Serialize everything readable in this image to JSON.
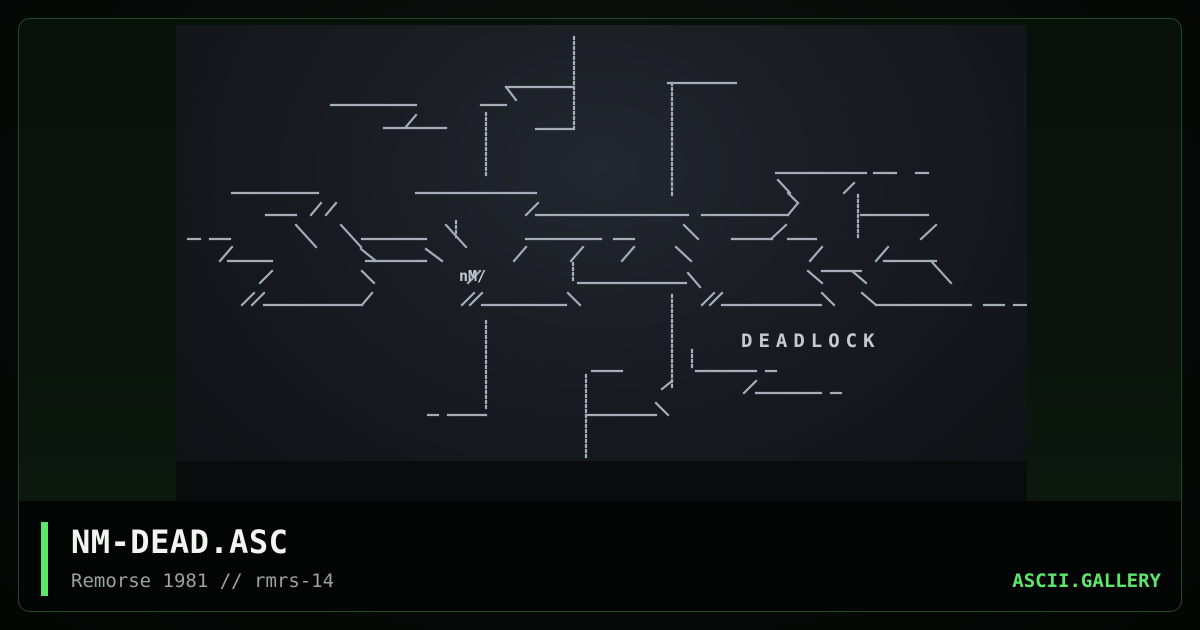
{
  "artwork": {
    "label": "DEADLOCK",
    "tag": "nM/"
  },
  "caption": {
    "title": "NM-DEAD.ASC",
    "subtitle": "Remorse 1981 // rmrs-14",
    "brand": "ASCII.GALLERY"
  },
  "colors": {
    "accent": "#5ee66a",
    "frame_border": "#1f4a24",
    "art_text": "#a7adb6",
    "title": "#f2f4f2",
    "subtitle": "#9aa3a0"
  }
}
